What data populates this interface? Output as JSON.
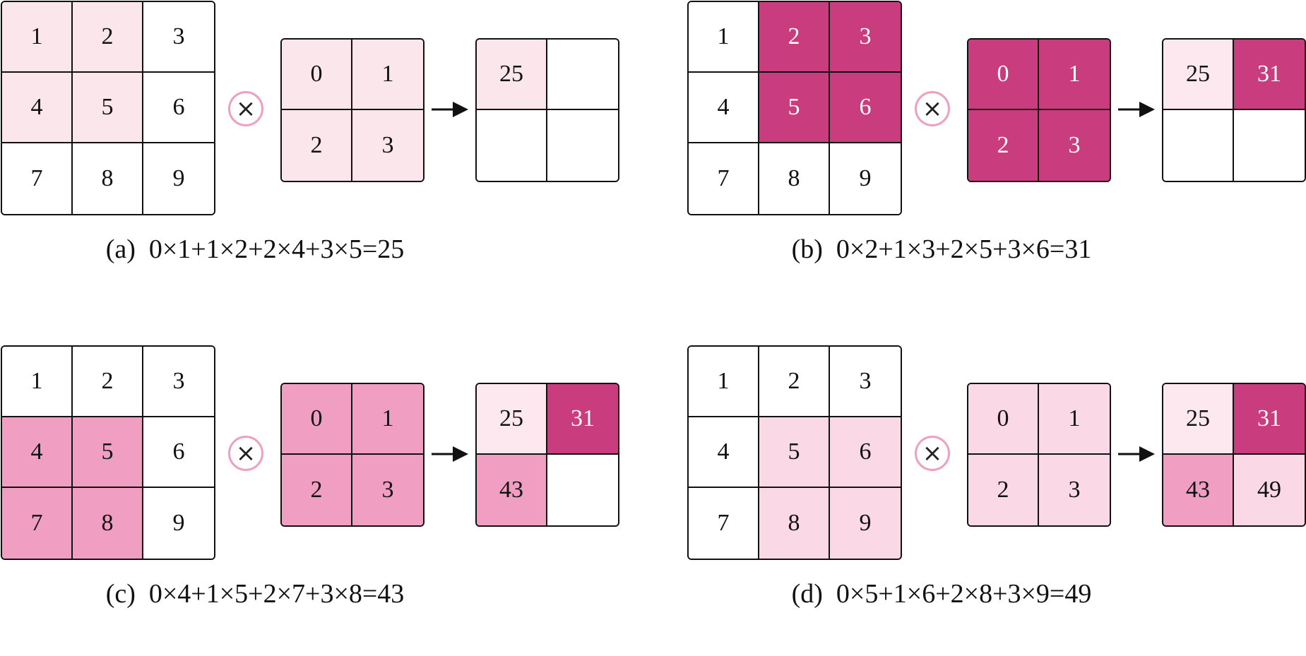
{
  "colors": {
    "light": "#fbe6ec",
    "lighter": "#fce8ee",
    "pale": "#fad8e6",
    "medium": "#f09ec1",
    "dark": "#c93c7e",
    "white": "#ffffff",
    "circle_border": "#eda0bf"
  },
  "operator_symbol": "×",
  "panels": [
    {
      "caption": "(a)  0×1+1×2+2×4+3×5=25",
      "input": {
        "values": [
          "1",
          "2",
          "3",
          "4",
          "5",
          "6",
          "7",
          "8",
          "9"
        ],
        "fills": [
          "light",
          "light",
          "white",
          "light",
          "light",
          "white",
          "white",
          "white",
          "white"
        ],
        "text": [
          "dark",
          "dark",
          "dark",
          "dark",
          "dark",
          "dark",
          "dark",
          "dark",
          "dark"
        ]
      },
      "kernel": {
        "values": [
          "0",
          "1",
          "2",
          "3"
        ],
        "fills": [
          "light",
          "light",
          "light",
          "light"
        ],
        "text": [
          "dark",
          "dark",
          "dark",
          "dark"
        ]
      },
      "output": {
        "values": [
          "25",
          "",
          "",
          ""
        ],
        "fills": [
          "light",
          "white",
          "white",
          "white"
        ],
        "text": [
          "dark",
          "dark",
          "dark",
          "dark"
        ]
      }
    },
    {
      "caption": "(b)  0×2+1×3+2×5+3×6=31",
      "input": {
        "values": [
          "1",
          "2",
          "3",
          "4",
          "5",
          "6",
          "7",
          "8",
          "9"
        ],
        "fills": [
          "white",
          "dark",
          "dark",
          "white",
          "dark",
          "dark",
          "white",
          "white",
          "white"
        ],
        "text": [
          "dark",
          "light",
          "light",
          "dark",
          "light",
          "light",
          "dark",
          "dark",
          "dark"
        ]
      },
      "kernel": {
        "values": [
          "0",
          "1",
          "2",
          "3"
        ],
        "fills": [
          "dark",
          "dark",
          "dark",
          "dark"
        ],
        "text": [
          "light",
          "light",
          "light",
          "light"
        ]
      },
      "output": {
        "values": [
          "25",
          "31",
          "",
          ""
        ],
        "fills": [
          "lighter",
          "dark",
          "white",
          "white"
        ],
        "text": [
          "dark",
          "light",
          "dark",
          "dark"
        ]
      }
    },
    {
      "caption": "(c)  0×4+1×5+2×7+3×8=43",
      "input": {
        "values": [
          "1",
          "2",
          "3",
          "4",
          "5",
          "6",
          "7",
          "8",
          "9"
        ],
        "fills": [
          "white",
          "white",
          "white",
          "medium",
          "medium",
          "white",
          "medium",
          "medium",
          "white"
        ],
        "text": [
          "dark",
          "dark",
          "dark",
          "dark",
          "dark",
          "dark",
          "dark",
          "dark",
          "dark"
        ]
      },
      "kernel": {
        "values": [
          "0",
          "1",
          "2",
          "3"
        ],
        "fills": [
          "medium",
          "medium",
          "medium",
          "medium"
        ],
        "text": [
          "dark",
          "dark",
          "dark",
          "dark"
        ]
      },
      "output": {
        "values": [
          "25",
          "31",
          "43",
          ""
        ],
        "fills": [
          "lighter",
          "dark",
          "medium",
          "white"
        ],
        "text": [
          "dark",
          "light",
          "dark",
          "dark"
        ]
      }
    },
    {
      "caption": "(d)  0×5+1×6+2×8+3×9=49",
      "input": {
        "values": [
          "1",
          "2",
          "3",
          "4",
          "5",
          "6",
          "7",
          "8",
          "9"
        ],
        "fills": [
          "white",
          "white",
          "white",
          "white",
          "pale",
          "pale",
          "white",
          "pale",
          "pale"
        ],
        "text": [
          "dark",
          "dark",
          "dark",
          "dark",
          "dark",
          "dark",
          "dark",
          "dark",
          "dark"
        ]
      },
      "kernel": {
        "values": [
          "0",
          "1",
          "2",
          "3"
        ],
        "fills": [
          "pale",
          "pale",
          "pale",
          "pale"
        ],
        "text": [
          "dark",
          "dark",
          "dark",
          "dark"
        ]
      },
      "output": {
        "values": [
          "25",
          "31",
          "43",
          "49"
        ],
        "fills": [
          "lighter",
          "dark",
          "medium",
          "pale"
        ],
        "text": [
          "dark",
          "light",
          "dark",
          "dark"
        ]
      }
    }
  ]
}
